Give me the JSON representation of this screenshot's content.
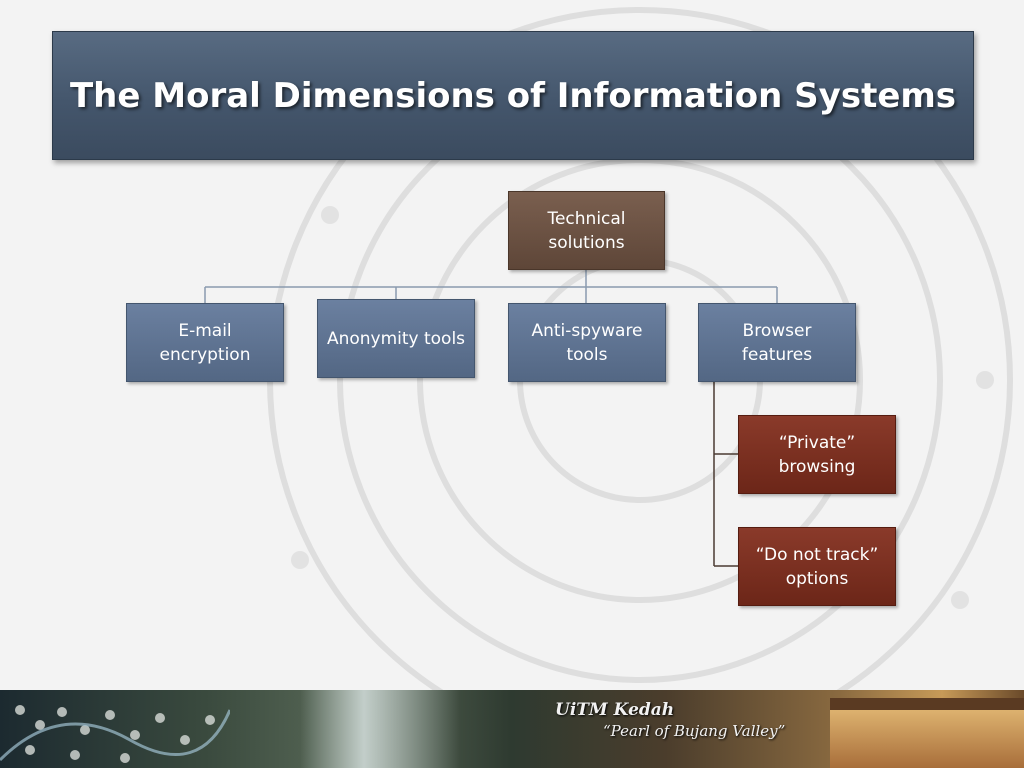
{
  "slide": {
    "title": "The Moral Dimensions of Information Systems"
  },
  "diagram": {
    "root": {
      "line1": "Technical",
      "line2": "solutions"
    },
    "children": [
      {
        "line1": "E-mail",
        "line2": "encryption"
      },
      {
        "line1": "Anonymity tools",
        "line2": ""
      },
      {
        "line1": "Anti-spyware",
        "line2": "tools"
      },
      {
        "line1": "Browser",
        "line2": "features"
      }
    ],
    "subchildren": [
      {
        "line1": "“Private”",
        "line2": "browsing"
      },
      {
        "line1": "“Do not track”",
        "line2": "options"
      }
    ]
  },
  "footer": {
    "line1": "UiTM Kedah",
    "line2": "“Pearl of Bujang Valley”"
  },
  "colors": {
    "title_bar": "#4a5d73",
    "root_node": "#6b5040",
    "child_node": "#5f7392",
    "sub_node": "#7a3020",
    "connector": "#8a9aae"
  }
}
